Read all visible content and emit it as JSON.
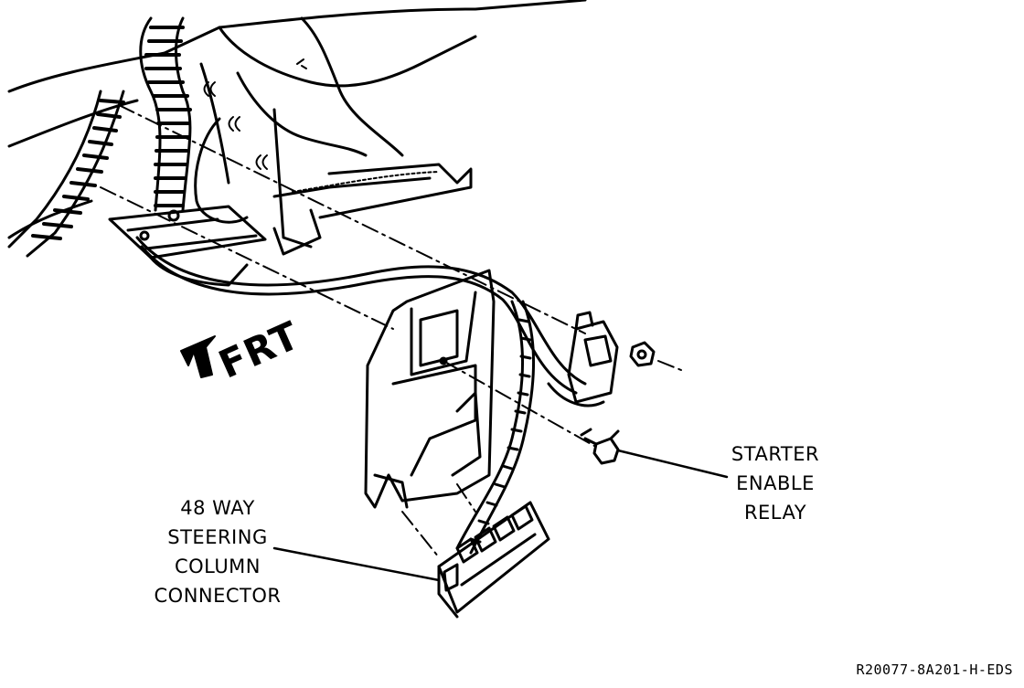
{
  "diagram": {
    "front_indicator": "FRT",
    "callouts": {
      "starter_enable_relay": [
        "STARTER",
        "ENABLE",
        "RELAY"
      ],
      "steering_column_connector": [
        "48 WAY",
        "STEERING",
        "COLUMN",
        "CONNECTOR"
      ]
    },
    "figure_id": "R20077-8A201-H-EDS"
  }
}
